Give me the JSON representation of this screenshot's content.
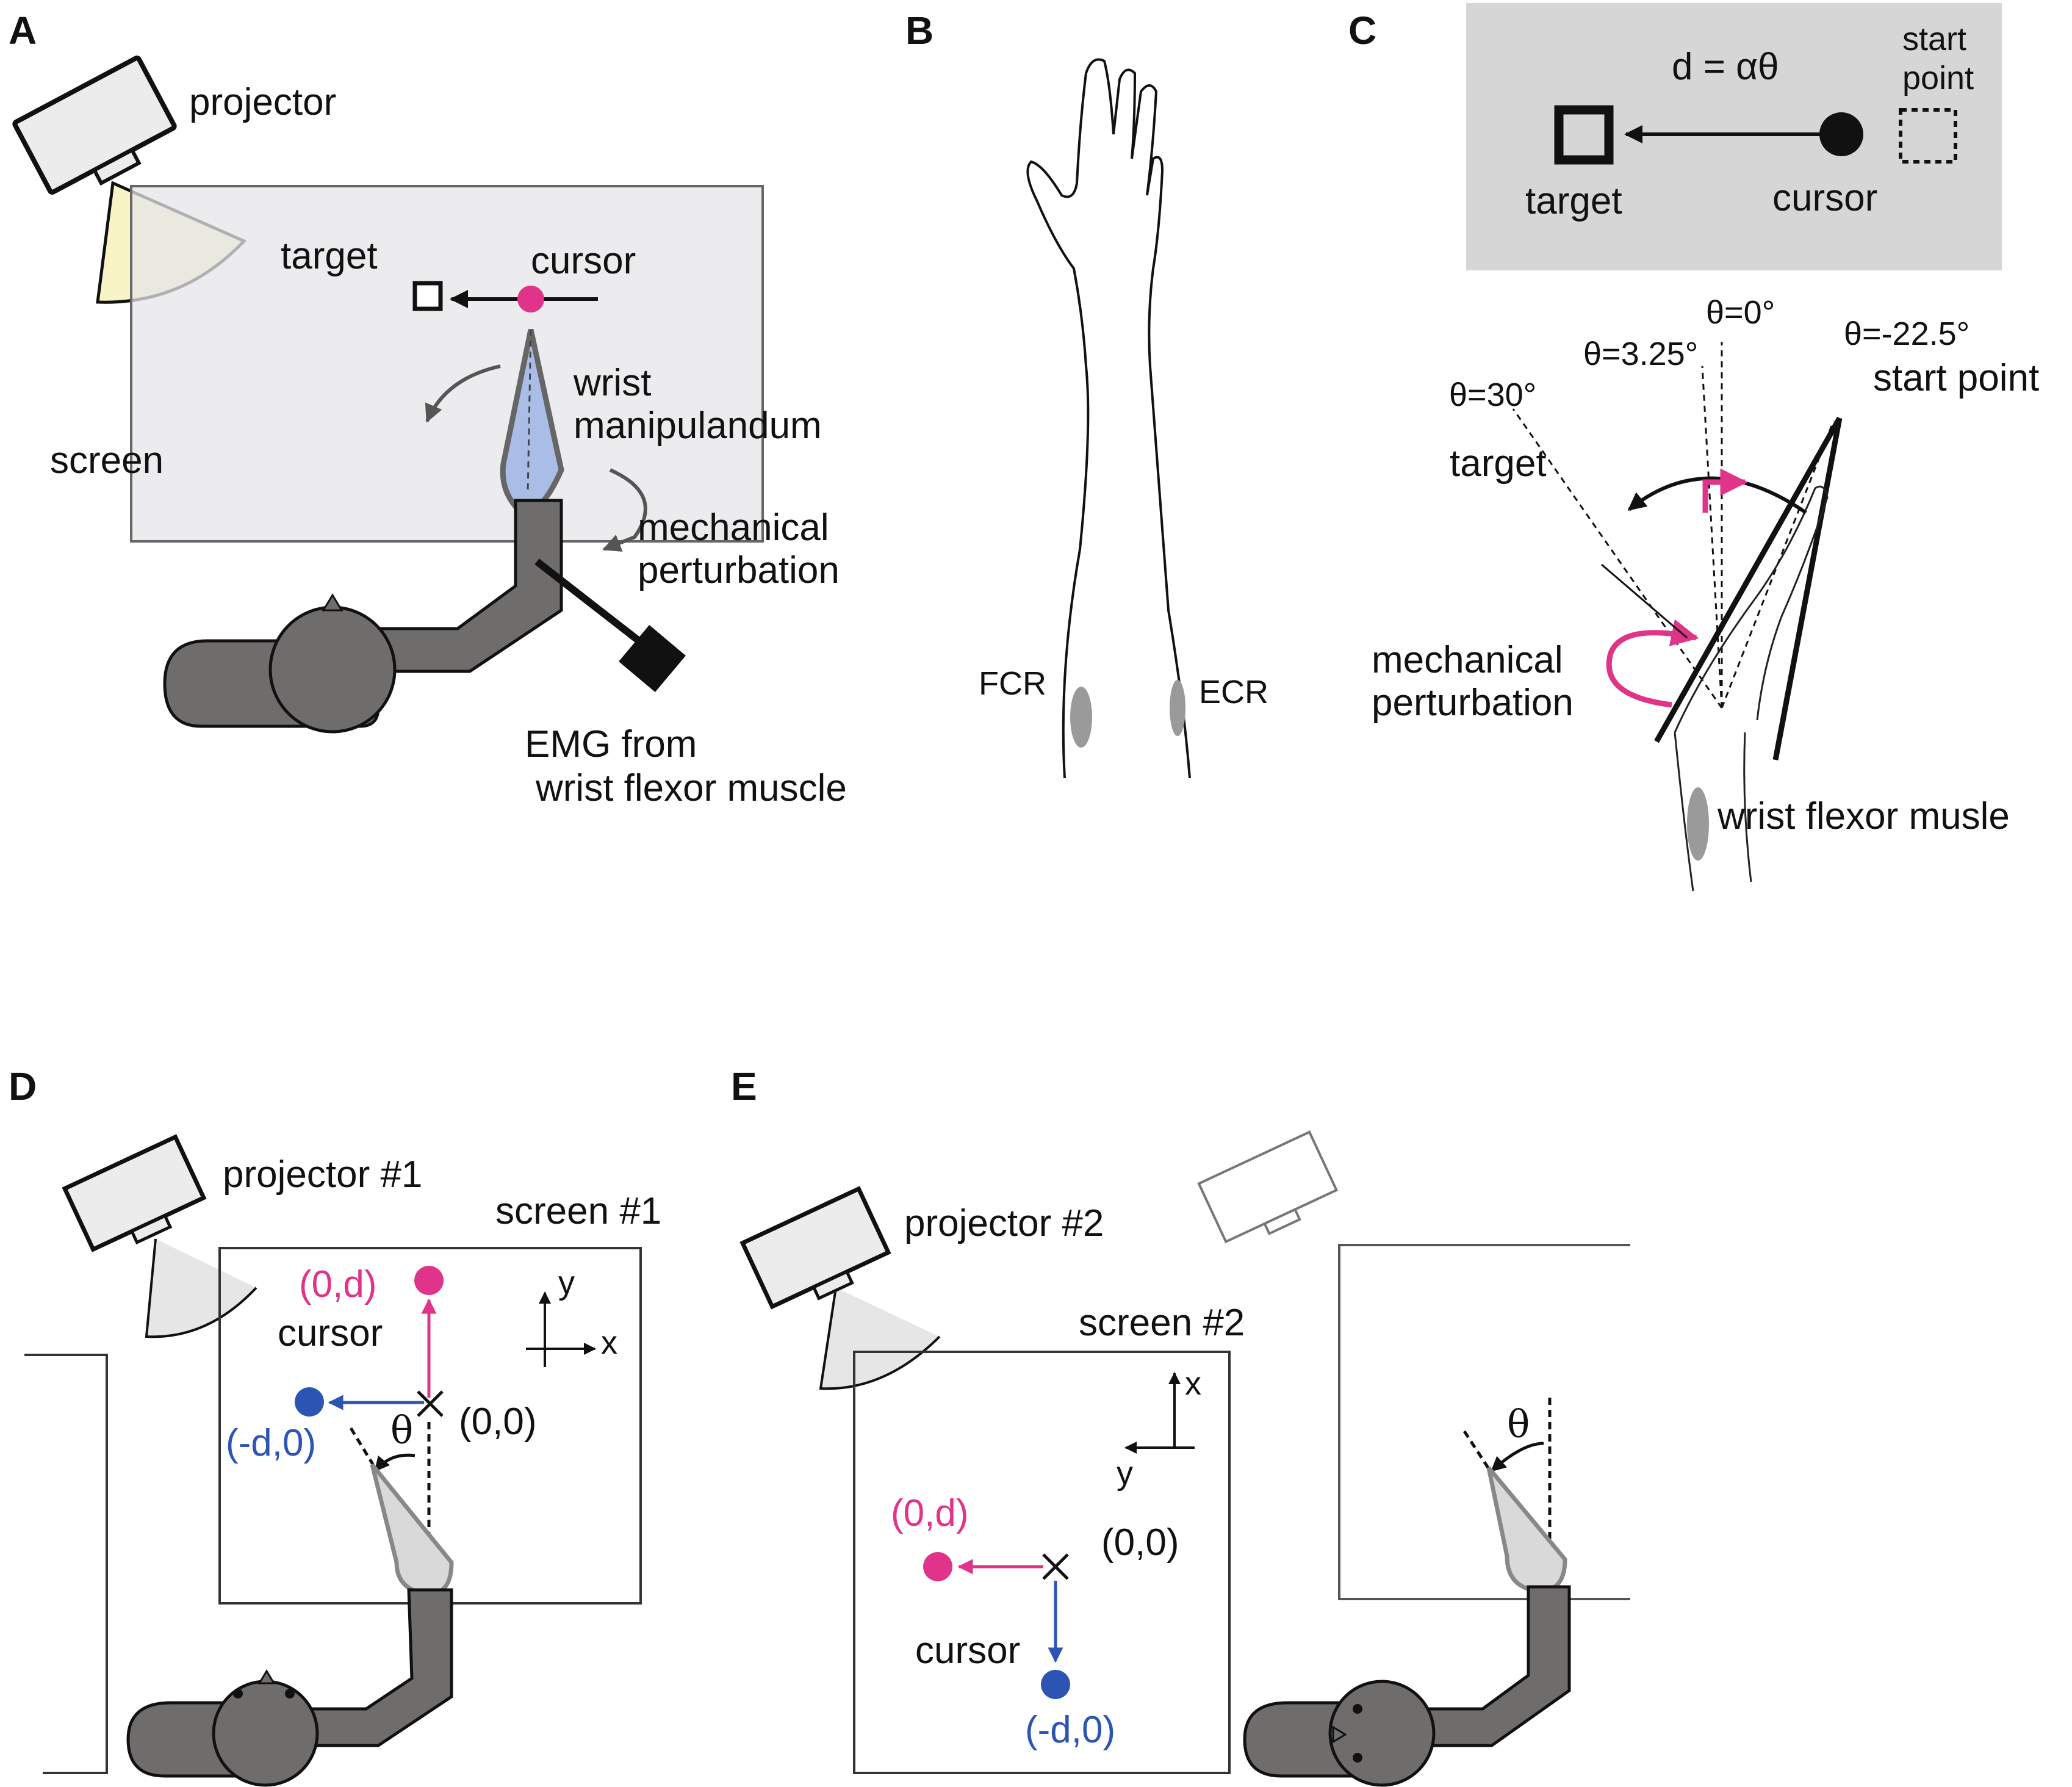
{
  "panels": {
    "A": {
      "letter": "A",
      "projector": "projector",
      "target": "target",
      "cursor": "cursor",
      "screen": "screen",
      "wrist_line1": "wrist",
      "wrist_line2": "manipulandum",
      "mech_line1": "mechanical",
      "mech_line2": "perturbation",
      "emg_line1": "EMG from",
      "emg_line2": "wrist flexor muscle"
    },
    "B": {
      "letter": "B",
      "fcr": "FCR",
      "ecr": "ECR"
    },
    "C": {
      "letter": "C",
      "formula": "d = αθ",
      "start_line1": "start",
      "start_line2": "point",
      "target": "target",
      "cursor": "cursor",
      "theta0": "θ=0°",
      "theta_neg": "θ=-22.5°",
      "theta_325": "θ=3.25°",
      "theta30": "θ=30°",
      "start_point": "start point",
      "target2": "target",
      "mech_line1": "mechanical",
      "mech_line2": "perturbation",
      "flexor": "wrist flexor musle"
    },
    "D": {
      "letter": "D",
      "projector": "projector #1",
      "screen": "screen #1",
      "pink_point": "(0,d)",
      "cursor": "cursor",
      "origin": "(0,0)",
      "blue_point": "(-d,0)",
      "theta": "θ",
      "axis_y": "y",
      "axis_x": "x"
    },
    "E": {
      "letter": "E",
      "projector": "projector #2",
      "screen": "screen #2",
      "axis_x": "x",
      "axis_y": "y",
      "pink_point": "(0,d)",
      "origin": "(0,0)",
      "cursor": "cursor",
      "blue_point": "(-d,0)",
      "theta": "θ"
    }
  },
  "colors": {
    "pink": "#e0338a",
    "blue": "#2c55b3",
    "body_gray": "#6f6c6c",
    "screen_gray": "#e6e6e8",
    "panel_c_box": "#d6d6d6",
    "light_yellow": "#f8f4c6",
    "manipulandum_blue": "#a9bde6"
  }
}
